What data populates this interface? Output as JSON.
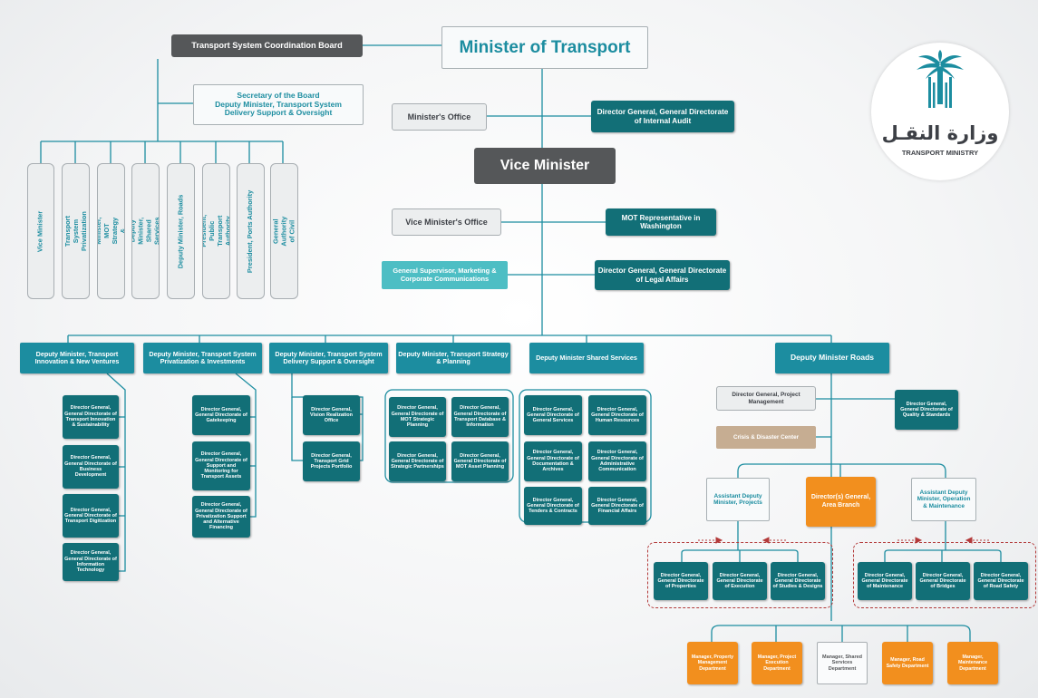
{
  "title": "Minister of Transport",
  "vice_minister": "Vice Minister",
  "top": {
    "board": "Transport System Coordination Board",
    "secretary": [
      "Secretary of the Board",
      "Deputy Minister, Transport System",
      "Delivery Support & Oversight"
    ],
    "ministers_office": "Minister's Office",
    "audit": "Director General, General Directorate of Internal Audit",
    "vm_office": "Vice Minister's Office",
    "mot_rep": "MOT Representative in Washington",
    "marketing": "General Supervisor,  Marketing & Corporate Communications",
    "legal": "Director General, General Directorate of Legal Affairs"
  },
  "board_members": [
    "Vice Minister",
    "Deputy Minister, Transport System Privatization & Investments",
    "Deputy Minister, MOT Strategy & Planning",
    "Deputy Minister, Shared Services",
    "Deputy Minister, Roads",
    "President, Public Transport Authority",
    "President, Ports Authority",
    "President, General Authority of Civil Aviation"
  ],
  "logo": {
    "arabic": "وزارة النقـل",
    "english": "TRANSPORT MINISTRY"
  },
  "deputies": [
    {
      "name": "Deputy Minister, Transport Innovation & New Ventures",
      "units": [
        "Director General, General Directorate of Transport Innovation & Sustainability",
        "Director General, General Directorate of Business Development",
        "Director General, General Directorate of Transport Digitization",
        "Director General, General Directorate of Information Technology"
      ]
    },
    {
      "name": "Deputy Minister, Transport System Privatization & Investments",
      "units": [
        "Director General, General Directorate of Gatekeeping",
        "Director General, General Directorate of Support and Monitoring for Transport Assets",
        "Director General, General Directorate of Privatization Support and Alternative Financing"
      ]
    },
    {
      "name": "Deputy Minister, Transport System Delivery Support & Oversight",
      "units": [
        "Director General, Vision Realization Office",
        "Director General, Transport Grid Projects Portfolio"
      ]
    },
    {
      "name": "Deputy Minister, Transport Strategy & Planning",
      "units": [
        "Director General, General Directorate of MOT Strategic Planning",
        "Director General, General Directorate of Transport Database & Information",
        "Director General, General Directorate of Strategic Partnerships",
        "Director General, General Directorate of MOT Asset Planning"
      ]
    },
    {
      "name": "Deputy Minister Shared Services",
      "units": [
        "Director General, General Directorate of General Services",
        "Director General, General Directorate of Human Resources",
        "Director General, General Directorate of Documentation & Archives",
        "Director General, General Directorate of Administrative Communication",
        "Director General, General Directorate of Tenders & Contracts",
        "Director General, General Directorate of Financial Affairs"
      ]
    }
  ],
  "roads": {
    "name": "Deputy Minister Roads",
    "project_mgmt": "Director General, Project Management",
    "quality": "Director General, General Directorate of Quality & Standards",
    "crisis": "Crisis & Disaster Center",
    "asst_projects": "Assistant Deputy Minister, Projects",
    "area_branch": "Director(s) General, Area Branch",
    "asst_operation": "Assistant Deputy Minister, Operation & Maintenance",
    "project_units": [
      "Director General, General Directorate of Properties",
      "Director General, General Directorate of Execution",
      "Director General, General Directorate of Studies & Designs"
    ],
    "operation_units": [
      "Director General, General Directorate of Maintenance",
      "Director General, General Directorate of Bridges",
      "Director General, General Directorate of Road Safety"
    ],
    "managers": [
      "Manager, Property Management Department",
      "Manager, Project Execution Department",
      "Manager, Shared Services Department",
      "Manager, Road Safety Department",
      "Manager, Maintenance Department"
    ]
  },
  "colors": {
    "teal_dark": "#126f77",
    "teal_light": "#1c8da0",
    "orange": "#f28f1e",
    "gray_dark": "#555759",
    "tan": "#c6ad92",
    "dashed_red": "#b33a3a"
  }
}
